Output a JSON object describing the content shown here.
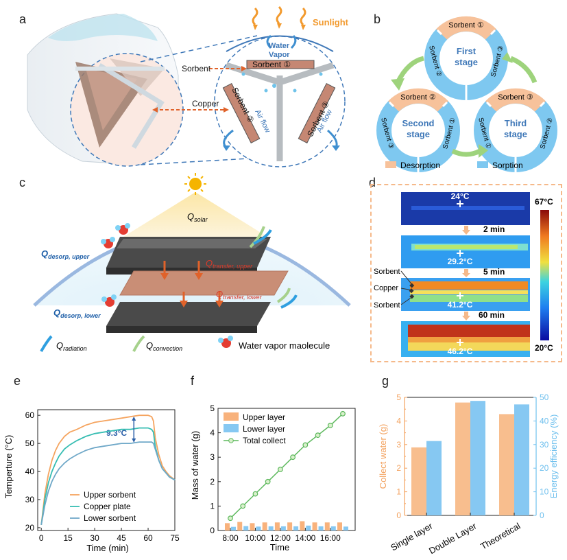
{
  "panel_labels": {
    "a": "a",
    "b": "b",
    "c": "c",
    "d": "d",
    "e": "e",
    "f": "f",
    "g": "g"
  },
  "panel_a": {
    "sunlight": "Sunlight",
    "water_vapor_1": "Water",
    "water_vapor_2": "Vapor",
    "sorbent_label": "Sorbent",
    "copper_label": "Copper",
    "sorbent_1": "Sorbent ①",
    "sorbent_2": "Sorbent ②",
    "sorbent_3": "Sorbent ③",
    "air_flow_left": "Air flow",
    "air_flow_right": "Air flow"
  },
  "panel_b": {
    "stages": [
      {
        "top": "Sorbent ①",
        "name1": "First",
        "name2": "stage",
        "left": "Sorbent ②",
        "right": "Sorbent ③"
      },
      {
        "top": "Sorbent ②",
        "name1": "Second",
        "name2": "stage",
        "left": "Sorbent ③",
        "right": "Sorbent ①"
      },
      {
        "top": "Sorbent ③",
        "name1": "Third",
        "name2": "stage",
        "left": "Sorbent ①",
        "right": "Sorbent ②"
      }
    ],
    "legend_desorption": "Desorption",
    "legend_sorption": "Sorption",
    "colors": {
      "desorption": "#F7C29B",
      "sorption": "#7EC8F0",
      "stage_text": "#3F78B8"
    }
  },
  "panel_c": {
    "q_solar_main": "Q",
    "q_solar_sub": "solar",
    "q_desorp_upper_main": "Q",
    "q_desorp_upper_sub": "desorp, upper",
    "q_transfer_upper_main": "Q",
    "q_transfer_upper_sub": "transfer, upper",
    "q_transfer_lower_main": "Q",
    "q_transfer_lower_sub": "transfer, lower",
    "q_desorp_lower_main": "Q",
    "q_desorp_lower_sub": "desorp, lower",
    "q_radiation_main": "Q",
    "q_radiation_sub": "radiation",
    "q_convection_main": "Q",
    "q_convection_sub": "convection",
    "water_vapor_molecule": "Water vapor maolecule"
  },
  "panel_d": {
    "temps": [
      "24°C",
      "29.2°C",
      "41.2°C",
      "46.2°C"
    ],
    "times": [
      "2 min",
      "5 min",
      "60 min"
    ],
    "layer_labels": [
      "Sorbent",
      "Copper",
      "Sorbent"
    ],
    "scale_max": "67°C",
    "scale_min": "20°C"
  },
  "panel_e": {
    "xlabel": "Time (min)",
    "ylabel": "Temperture (°C)",
    "annotation": "9.3°C",
    "legend": [
      "Upper sorbent",
      "Copper plate",
      "Lower sorbent"
    ]
  },
  "panel_f": {
    "xlabel": "Time",
    "ylabel": "Mass of water (g)",
    "legend": [
      "Upper layer",
      "Lower layer",
      "Total collect"
    ]
  },
  "panel_g": {
    "ylabel_left": "Collect water (g)",
    "ylabel_right": "Energy efficiency (%)"
  },
  "chart_data": [
    {
      "id": "e",
      "type": "line",
      "xlabel": "Time (min)",
      "ylabel": "Temperture (°C)",
      "xlim": [
        -2,
        75
      ],
      "ylim": [
        19,
        62
      ],
      "xticks": [
        0,
        15,
        30,
        45,
        60,
        75
      ],
      "yticks": [
        20,
        30,
        40,
        50,
        60
      ],
      "series": [
        {
          "name": "Upper sorbent",
          "color": "#F5A45F",
          "x": [
            0,
            2,
            4,
            6,
            8,
            10,
            13,
            16,
            20,
            25,
            30,
            35,
            40,
            45,
            50,
            55,
            60,
            62,
            63,
            64,
            66,
            68,
            70,
            72,
            75
          ],
          "y": [
            21,
            32,
            39,
            44,
            47.5,
            50,
            52.5,
            54,
            55,
            56.5,
            57.5,
            58,
            58.5,
            59,
            59.5,
            60,
            60,
            59.5,
            58,
            52,
            46,
            42,
            40,
            38.5,
            37
          ]
        },
        {
          "name": "Copper plate",
          "color": "#36BDB2",
          "x": [
            0,
            2,
            4,
            6,
            8,
            10,
            13,
            16,
            20,
            25,
            30,
            35,
            40,
            45,
            50,
            55,
            60,
            62,
            63,
            64,
            66,
            68,
            70,
            72,
            75
          ],
          "y": [
            21,
            30,
            36,
            40,
            43,
            45.5,
            48,
            49.5,
            51,
            52.5,
            53.5,
            54,
            54.5,
            55,
            55,
            55.5,
            55.5,
            55,
            54,
            49,
            44,
            41,
            39.5,
            38,
            37
          ]
        },
        {
          "name": "Lower sorbent",
          "color": "#6FA8C8",
          "x": [
            0,
            2,
            4,
            6,
            8,
            10,
            13,
            16,
            20,
            25,
            30,
            35,
            40,
            45,
            50,
            55,
            60,
            62,
            63,
            64,
            66,
            68,
            70,
            72,
            75
          ],
          "y": [
            21,
            28,
            33,
            36.5,
            39,
            41,
            43,
            44.5,
            46,
            47.5,
            48.5,
            49,
            49.5,
            50,
            50,
            50.5,
            50.5,
            50.5,
            50,
            48,
            44,
            41,
            39.5,
            38,
            37
          ]
        }
      ]
    },
    {
      "id": "f",
      "type": "bar",
      "xlabel": "Time",
      "ylabel": "Mass of water (g)",
      "ylim": [
        0,
        5
      ],
      "yticks": [
        0,
        1,
        2,
        3,
        4,
        5
      ],
      "xtick_labels": [
        "8:00",
        "10:00",
        "12:00",
        "14:00",
        "16:00"
      ],
      "xtick_positions": [
        0,
        2,
        4,
        6,
        8
      ],
      "x": [
        0,
        1,
        2,
        3,
        4,
        5,
        6,
        7,
        8,
        9
      ],
      "series": [
        {
          "name": "Upper layer",
          "color": "#F8B27C",
          "values": [
            0.3,
            0.35,
            0.3,
            0.33,
            0.33,
            0.33,
            0.38,
            0.33,
            0.33,
            0.33
          ]
        },
        {
          "name": "Lower layer",
          "color": "#86C8F2",
          "values": [
            0.15,
            0.18,
            0.16,
            0.17,
            0.17,
            0.17,
            0.2,
            0.17,
            0.17,
            0.16
          ]
        },
        {
          "name": "Total collect",
          "type": "line",
          "color": "#5CB85C",
          "values": [
            0.5,
            1.0,
            1.5,
            2.0,
            2.5,
            3.0,
            3.5,
            3.9,
            4.3,
            4.78
          ]
        }
      ]
    },
    {
      "id": "g",
      "type": "bar",
      "categories": [
        "Single layer",
        "Double Layer",
        "Theoretical"
      ],
      "ylabel_left": "Collect water (g)",
      "ylabel_right": "Energy efficiency (%)",
      "ylim_left": [
        0,
        5
      ],
      "ylim_right": [
        0,
        50
      ],
      "yticks_left": [
        0,
        0.5,
        1,
        1.5,
        2,
        2.5,
        3,
        3.5,
        4,
        4.5,
        5
      ],
      "yticks_left_labels": [
        "0",
        "",
        "1",
        "",
        "2",
        "",
        "3",
        "",
        "4",
        "",
        "5"
      ],
      "yticks_right": [
        0,
        10,
        20,
        30,
        40,
        50
      ],
      "series": [
        {
          "name": "Collect water",
          "axis": "left",
          "color": "#F8BE8E",
          "values": [
            2.88,
            4.78,
            4.29
          ]
        },
        {
          "name": "Energy efficiency",
          "axis": "right",
          "color": "#86C8F2",
          "values": [
            31.5,
            48.5,
            47
          ]
        }
      ]
    }
  ]
}
